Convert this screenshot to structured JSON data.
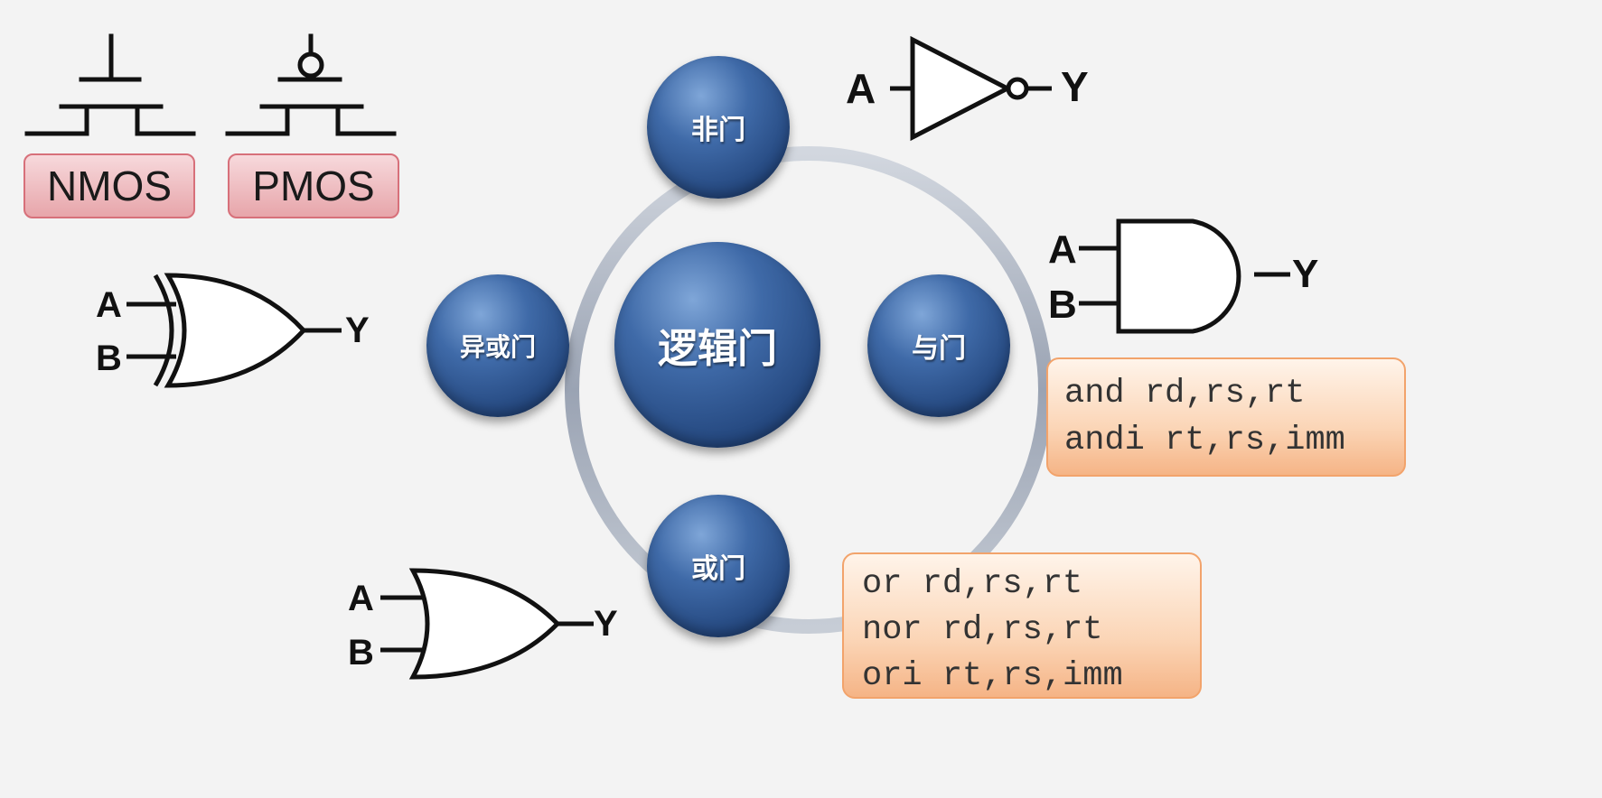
{
  "mos": {
    "nmos_label": "NMOS",
    "pmos_label": "PMOS"
  },
  "center": {
    "label": "逻辑门"
  },
  "nodes": {
    "not": "非门",
    "and": "与门",
    "or": "或门",
    "xor": "异或门"
  },
  "gates": {
    "not": {
      "input_a": "A",
      "output": "Y"
    },
    "and": {
      "input_a": "A",
      "input_b": "B",
      "output": "Y"
    },
    "or": {
      "input_a": "A",
      "input_b": "B",
      "output": "Y"
    },
    "xor": {
      "input_a": "A",
      "input_b": "B",
      "output": "Y"
    }
  },
  "code": {
    "and_box": [
      "and rd,rs,rt",
      "andi rt,rs,imm"
    ],
    "or_box": [
      "or rd,rs,rt",
      "nor rd,rs,rt",
      "ori rt,rs,imm"
    ]
  },
  "colors": {
    "node_blue": "#2d5592",
    "mos_label_bg": "#e9a8ad",
    "code_box_bg": "#f9c9a3",
    "ring": "#aeb5c2"
  }
}
